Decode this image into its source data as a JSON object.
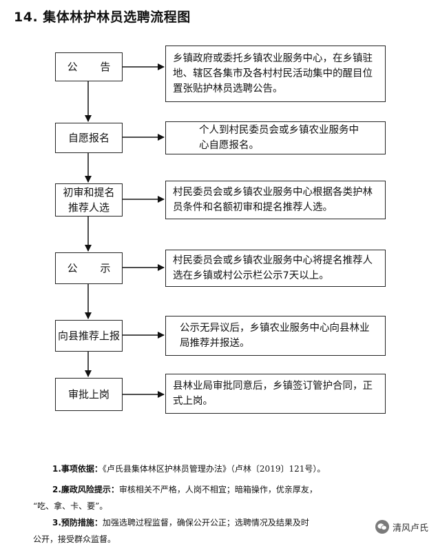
{
  "title": "14. 集体林护林员选聘流程图",
  "steps": [
    {
      "label": "公 告",
      "desc": "乡镇政府或委托乡镇农业服务中心，在乡镇驻地、辖区各集市及各村村民活动集中的醒目位置张贴护林员选聘公告。"
    },
    {
      "label": "自愿报名",
      "desc": "个人到村民委员会或乡镇农业服务中心自愿报名。"
    },
    {
      "label": "初审和提名推荐人选",
      "desc": "村民委员会或乡镇农业服务中心根据各类护林员条件和名额初审和提名推荐人选。"
    },
    {
      "label": "公 示",
      "desc": "村民委员会或乡镇农业服务中心将提名推荐人选在乡镇或村公示栏公示7天以上。"
    },
    {
      "label": "向县推荐上报",
      "desc": "公示无异议后，乡镇农业服务中心向县林业局推荐并报送。"
    },
    {
      "label": "审批上岗",
      "desc": "县林业局审批同意后，乡镇签订管护合同，正式上岗。"
    }
  ],
  "notes": {
    "basis_label": "1.事项依据：",
    "basis_text": "《卢氏县集体林区护林员管理办法》（卢林〔2019〕121号）。",
    "risk_label": "2.廉政风险提示：",
    "risk_text": "审核相关不严格，人岗不相宜；暗箱操作，优亲厚友，",
    "risk_text2": "“吃、拿、卡、要”。",
    "prevent_label": "3.预防措施：",
    "prevent_text": "加强选聘过程监督，确保公开公正；选聘情况及结果及时",
    "prevent_text2": "公开，接受群众监督。"
  },
  "watermark": "清风卢氏"
}
